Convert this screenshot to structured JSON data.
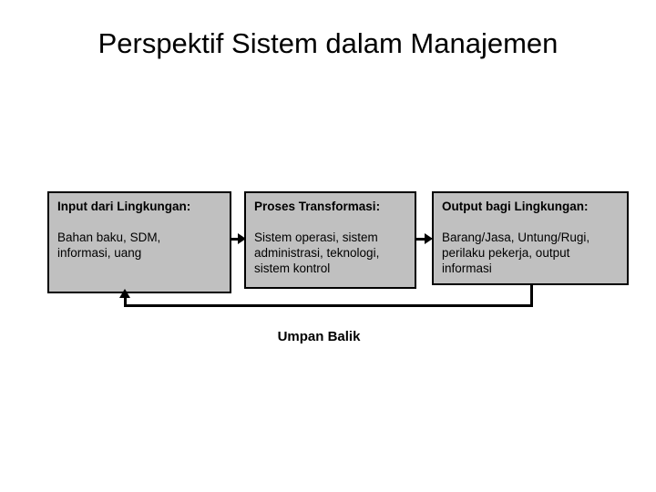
{
  "slide": {
    "title": "Perspektif Sistem dalam Manajemen",
    "background_color": "#ffffff"
  },
  "theme": {
    "box_fill": "#c0c0c0",
    "box_border": "#000000",
    "text_color": "#000000",
    "connector_color": "#000000"
  },
  "diagram": {
    "type": "flow",
    "orientation": "left-to-right",
    "nodes": [
      {
        "id": "input",
        "header": "Input dari Lingkungan:",
        "body": "Bahan baku, SDM,\ninformasi, uang"
      },
      {
        "id": "process",
        "header": "Proses Transformasi:",
        "body": "Sistem operasi, sistem\nadministrasi, teknologi,\nsistem kontrol"
      },
      {
        "id": "output",
        "header": "Output bagi Lingkungan:",
        "body": "Barang/Jasa, Untung/Rugi,\nperilaku pekerja, output\ninformasi"
      }
    ],
    "connectors": [
      {
        "id": "input-to-process",
        "from": "input",
        "to": "process",
        "style": "arrow"
      },
      {
        "id": "process-to-output",
        "from": "process",
        "to": "output",
        "style": "arrow"
      },
      {
        "id": "feedback",
        "from": "output",
        "to": "input",
        "style": "arrow",
        "label": "Umpan Balik"
      }
    ],
    "feedback_label": "Umpan Balik"
  }
}
